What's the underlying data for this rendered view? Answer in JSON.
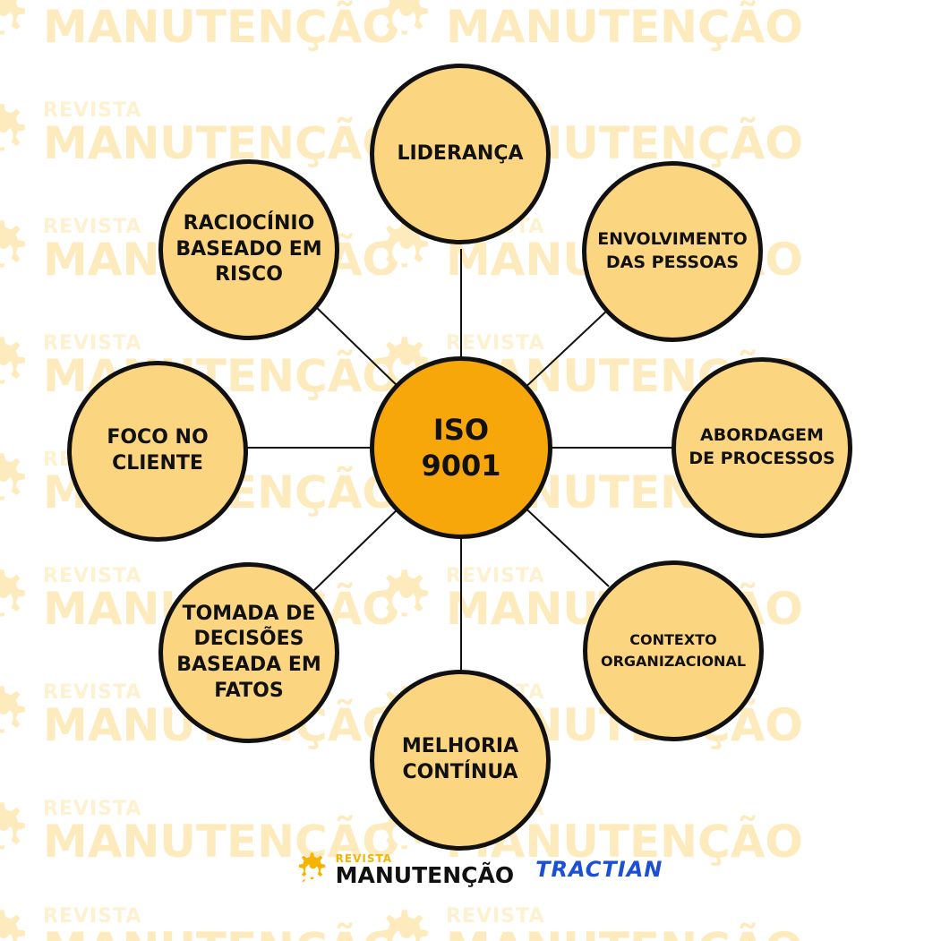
{
  "colors": {
    "center_fill": "#f7a70a",
    "node_fill": "#fbd580",
    "outline": "#111111",
    "watermark": "#fdebbd",
    "brand_yellow": "#f5b400",
    "brand_blue": "#1a4fd6"
  },
  "watermark": {
    "top_text": "REVISTA",
    "main_text": "MANUTENÇÃO"
  },
  "diagram": {
    "center": {
      "lines": [
        "ISO",
        "9001"
      ]
    },
    "nodes": [
      {
        "id": "lideranca",
        "lines": [
          "LIDERANÇA"
        ]
      },
      {
        "id": "envolvimento",
        "lines": [
          "ENVOLVIMENTO",
          "DAS PESSOAS"
        ]
      },
      {
        "id": "abordagem",
        "lines": [
          "ABORDAGEM",
          "DE PROCESSOS"
        ]
      },
      {
        "id": "contexto",
        "lines": [
          "CONTEXTO",
          "ORGANIZACIONAL"
        ]
      },
      {
        "id": "melhoria",
        "lines": [
          "MELHORIA",
          "CONTÍNUA"
        ]
      },
      {
        "id": "tomada",
        "lines": [
          "TOMADA DE",
          "DECISÕES",
          "BASEADA EM",
          "FATOS"
        ]
      },
      {
        "id": "foco",
        "lines": [
          "FOCO NO",
          "CLIENTE"
        ]
      },
      {
        "id": "raciocinio",
        "lines": [
          "RACIOCÍNIO",
          "BASEADO EM",
          "RISCO"
        ]
      }
    ]
  },
  "footer": {
    "brand_top": "REVISTA",
    "brand_main": "MANUTENÇÃO",
    "partner": "TRACTIAN"
  }
}
